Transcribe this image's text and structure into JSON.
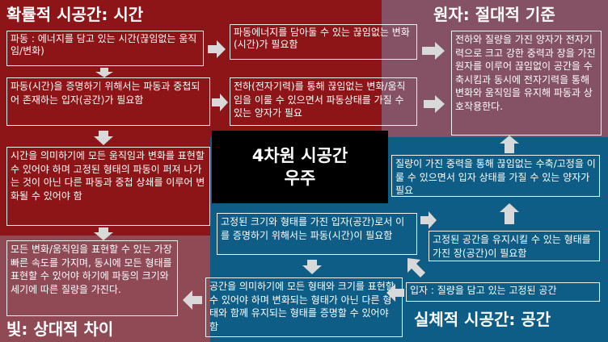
{
  "titles": {
    "top_left": "확률적 시공간: 시간",
    "top_right": "원자: 절대적 기준",
    "bottom_left": "빛: 상대적 차이",
    "bottom_right": "실체적 시공간: 공간"
  },
  "center": {
    "line1": "4차원 시공간",
    "line2": "우주"
  },
  "boxes": {
    "wave_def": "파동 : 에너지를 담고 있는 시간(끊임없는 움직임/변화)",
    "wave_change": "파동에너지를 담아둘 수 있는 끊임없는 변화(시간)가 필요함",
    "particle_needed": "파동(시간)을 증명하기 위해서는 파동과 중첩되어 존재하는 입자(공간)가 필요함",
    "quantum_electric": "전하(전자기력)를 통해 끊임없는 변화/움직임을 이룰 수 있으면서 파동상태를 가질 수 있는 양자가 필요",
    "atom_desc": "전하와 질량을 가진 양자가 전자기력으로 크고 강한 중력과 장을 가진 원자를 이루어 끊임없이 공간을 수축시킴과 동시에 전자기력을 통해 변화와 움직임을 유지해 파동과 상호작용한다.",
    "time_motion": "시간을 의미하기에 모든 움직임과 변화를 표현할 수 있어야 하며 고정된 형태의 파동이 퍼져 나가는 것이 아닌 다른 파동과 중첩 상쇄를 이루어 변화될 수 있어야 함",
    "quantum_gravity": "질량이 가진 중력을 통해 끊임없는 수축/고정을 이룰 수 있으면서 입자 상태를 가질 수 있는 양자가 필요",
    "particle_proof": "고정된 크기와 형태를 가진 입자(공간)로서 이를 증명하기 위해서는 파동(시간)이 필요함",
    "field_needed": "고정된 공간을 유지시킬 수 있는 형태를 가진 장(공간)이 필요함",
    "light_desc": "모든 변화/움직임을 표현할 수 있는 가장 빠른 속도를 가지며, 동시에 모든 형태를 표현할 수 있어야 하기에 파동의 크기와 세기에 따른 질량을 가진다.",
    "space_form": "공간을 의미하기에 모든 형태와 크기를 표현할 수 있어야 하며 변화되는 형태가 아닌 다른 형태와 함께 유지되는 형태를 증명할 수 있어야 함",
    "particle_def": "입자 : 질량을 담고 있는 고정된 공간"
  },
  "colors": {
    "time_region": "#8e1517",
    "light_region": "#8f4a56",
    "atom_region": "#845264",
    "space_region": "#0e5d86",
    "center": "#000000",
    "text": "#ffffff"
  }
}
